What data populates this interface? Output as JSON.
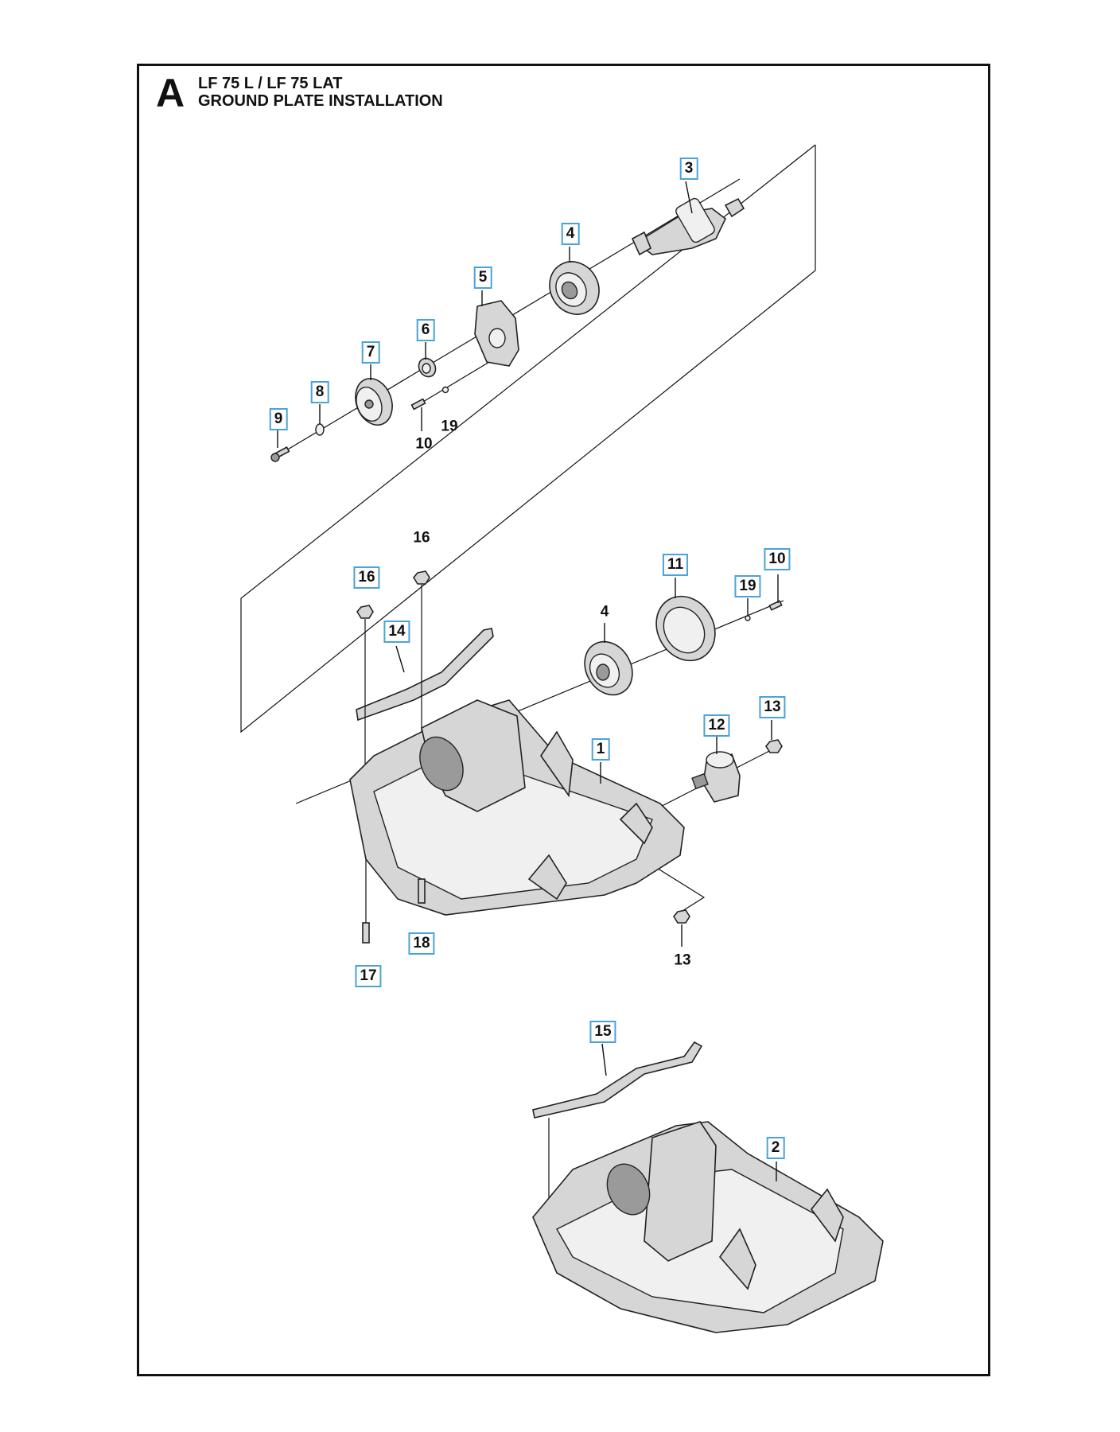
{
  "header": {
    "section_letter": "A",
    "title_line1": "LF 75 L / LF 75 LAT",
    "title_line2": "GROUND PLATE INSTALLATION"
  },
  "callouts": [
    {
      "id": "c3",
      "label": "3",
      "boxed": true
    },
    {
      "id": "c4a",
      "label": "4",
      "boxed": true
    },
    {
      "id": "c5",
      "label": "5",
      "boxed": true
    },
    {
      "id": "c6",
      "label": "6",
      "boxed": true
    },
    {
      "id": "c7",
      "label": "7",
      "boxed": true
    },
    {
      "id": "c8",
      "label": "8",
      "boxed": true
    },
    {
      "id": "c9",
      "label": "9",
      "boxed": true
    },
    {
      "id": "c10a",
      "label": "10",
      "boxed": false
    },
    {
      "id": "c19a",
      "label": "19",
      "boxed": false
    },
    {
      "id": "c16a",
      "label": "16",
      "boxed": false
    },
    {
      "id": "c16b",
      "label": "16",
      "boxed": true
    },
    {
      "id": "c14",
      "label": "14",
      "boxed": true
    },
    {
      "id": "c11",
      "label": "11",
      "boxed": true
    },
    {
      "id": "c19b",
      "label": "19",
      "boxed": true
    },
    {
      "id": "c10b",
      "label": "10",
      "boxed": true
    },
    {
      "id": "c4b",
      "label": "4",
      "boxed": false
    },
    {
      "id": "c1",
      "label": "1",
      "boxed": true
    },
    {
      "id": "c12",
      "label": "12",
      "boxed": true
    },
    {
      "id": "c13a",
      "label": "13",
      "boxed": true
    },
    {
      "id": "c13b",
      "label": "13",
      "boxed": false
    },
    {
      "id": "c18",
      "label": "18",
      "boxed": true
    },
    {
      "id": "c17",
      "label": "17",
      "boxed": true
    },
    {
      "id": "c15",
      "label": "15",
      "boxed": true
    },
    {
      "id": "c2",
      "label": "2",
      "boxed": true
    }
  ]
}
